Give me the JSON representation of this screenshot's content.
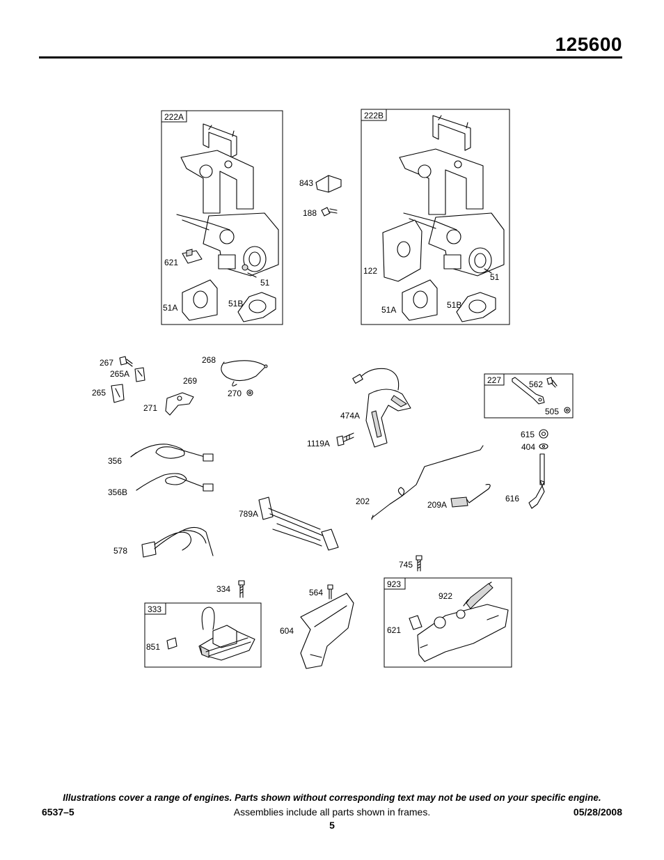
{
  "header": {
    "model_number": "125600"
  },
  "frames": {
    "f222a": "222A",
    "f222b": "222B",
    "f227": "227",
    "f333": "333",
    "f923": "923"
  },
  "callouts": {
    "c621a": "621",
    "c51a": "51",
    "c51A_a": "51A",
    "c51B_a": "51B",
    "c843": "843",
    "c188": "188",
    "c122": "122",
    "c51b": "51",
    "c51A_b": "51A",
    "c51B_b": "51B",
    "c267": "267",
    "c265A": "265A",
    "c265": "265",
    "c268": "268",
    "c269": "269",
    "c270": "270",
    "c271": "271",
    "c474A": "474A",
    "c1119A": "1119A",
    "c562": "562",
    "c505": "505",
    "c615": "615",
    "c404": "404",
    "c616": "616",
    "c356": "356",
    "c356B": "356B",
    "c578": "578",
    "c789A": "789A",
    "c202": "202",
    "c209A": "209A",
    "c745": "745",
    "c334": "334",
    "c851": "851",
    "c564": "564",
    "c604": "604",
    "c922": "922",
    "c621b": "621"
  },
  "footer": {
    "disclaimer": "Illustrations cover a range of engines. Parts shown without corresponding text may not be used on your specific engine.",
    "doc_number": "6537–5",
    "assemblies_note": "Assemblies include all parts shown in frames.",
    "date": "05/28/2008",
    "page_number": "5"
  }
}
